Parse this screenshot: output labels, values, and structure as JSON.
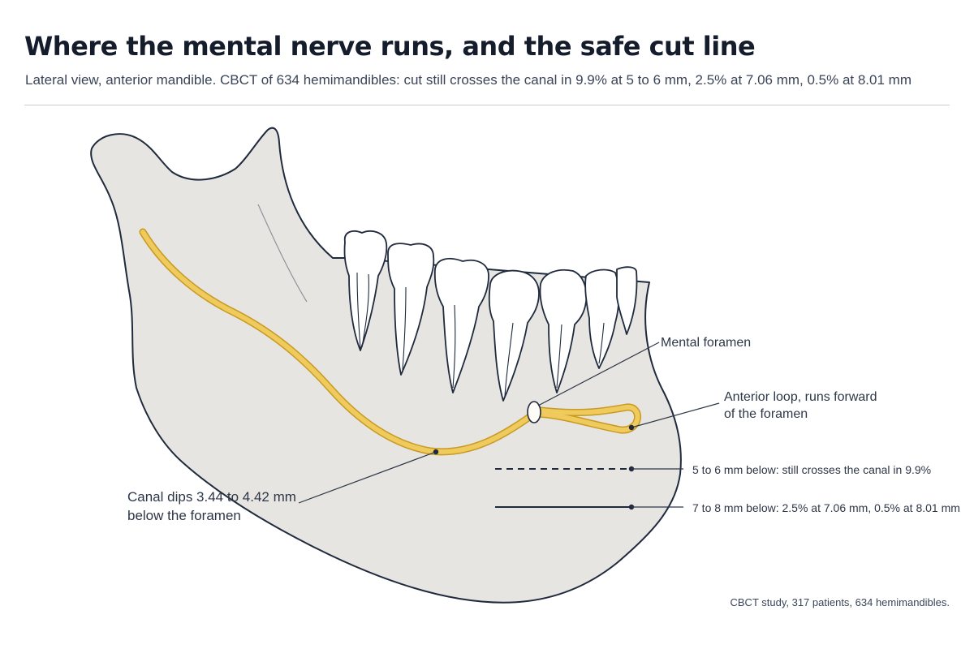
{
  "header": {
    "title": "Where the mental nerve runs, and the safe cut line",
    "subtitle": "Lateral view, anterior mandible. CBCT of 634 hemimandibles: cut still crosses the canal in 9.9% at 5 to 6 mm, 2.5% at 7.06 mm, 0.5% at 8.01 mm"
  },
  "labels": {
    "mental_foramen": "Mental foramen",
    "anterior_loop_line1": "Anterior loop, runs forward",
    "anterior_loop_line2": "of the foramen",
    "canal_dip_line1": "Canal dips 3.44 to 4.42 mm",
    "canal_dip_line2": "below the foramen",
    "cut_5_6": "5 to 6 mm below: still crosses the canal in 9.9%",
    "cut_7_8": "7 to 8 mm below: 2.5% at 7.06 mm, 0.5% at 8.01 mm"
  },
  "footnote": "CBCT study, 317 patients, 634 hemimandibles.",
  "colors": {
    "bone": "#e7e5e1",
    "bone_outline": "#1f2a3d",
    "nerve": "#e9be4a",
    "nerve_outline": "#c99a22",
    "tooth": "#ffffff",
    "leader": "#2d3748"
  }
}
